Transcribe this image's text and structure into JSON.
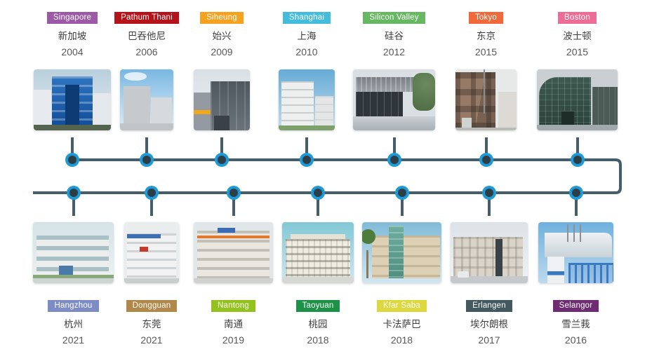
{
  "page": {
    "background": "#ffffff"
  },
  "timeline": {
    "line_color": "#455e6b",
    "node_outer_color": "#1e9bd7",
    "node_inner_color": "#2e3e49"
  },
  "top_row": [
    {
      "label": "Singapore",
      "label_color": "#9c59a5",
      "city_cn": "新加坡",
      "year": "2004",
      "photo": "singapore-office-building"
    },
    {
      "label": "Pathum Thani",
      "label_color": "#b51219",
      "city_cn": "巴吞他尼",
      "year": "2006",
      "photo": "pathum-thani-office-building"
    },
    {
      "label": "Siheung",
      "label_color": "#f6a21f",
      "city_cn": "始兴",
      "year": "2009",
      "photo": "siheung-office-building"
    },
    {
      "label": "Shanghai",
      "label_color": "#44bcdc",
      "city_cn": "上海",
      "year": "2010",
      "photo": "shanghai-office-building"
    },
    {
      "label": "Silicon Valley",
      "label_color": "#67b862",
      "city_cn": "硅谷",
      "year": "2012",
      "photo": "silicon-valley-office-building"
    },
    {
      "label": "Tokyo",
      "label_color": "#f1683a",
      "city_cn": "东京",
      "year": "2015",
      "photo": "tokyo-office-building"
    },
    {
      "label": "Boston",
      "label_color": "#ee6d96",
      "city_cn": "波士顿",
      "year": "2015",
      "photo": "boston-office-building"
    }
  ],
  "bottom_row": [
    {
      "label": "Hangzhou",
      "label_color": "#7d8cc5",
      "city_cn": "杭州",
      "year": "2021",
      "photo": "hangzhou-office-building"
    },
    {
      "label": "Dongguan",
      "label_color": "#b08849",
      "city_cn": "东莞",
      "year": "2021",
      "photo": "dongguan-office-building"
    },
    {
      "label": "Nantong",
      "label_color": "#93c21d",
      "city_cn": "南通",
      "year": "2019",
      "photo": "nantong-office-building"
    },
    {
      "label": "Taoyuan",
      "label_color": "#1e9148",
      "city_cn": "桃园",
      "year": "2018",
      "photo": "taoyuan-office-building"
    },
    {
      "label": "Kfar Saba",
      "label_color": "#dcd83e",
      "city_cn": "卡法萨巴",
      "year": "2018",
      "photo": "kfar-saba-office-building"
    },
    {
      "label": "Erlangen",
      "label_color": "#44585f",
      "city_cn": "埃尔朗根",
      "year": "2017",
      "photo": "erlangen-office-building"
    },
    {
      "label": "Selangor",
      "label_color": "#6e2c72",
      "city_cn": "雪兰莪",
      "year": "2016",
      "photo": "selangor-office-building"
    }
  ]
}
